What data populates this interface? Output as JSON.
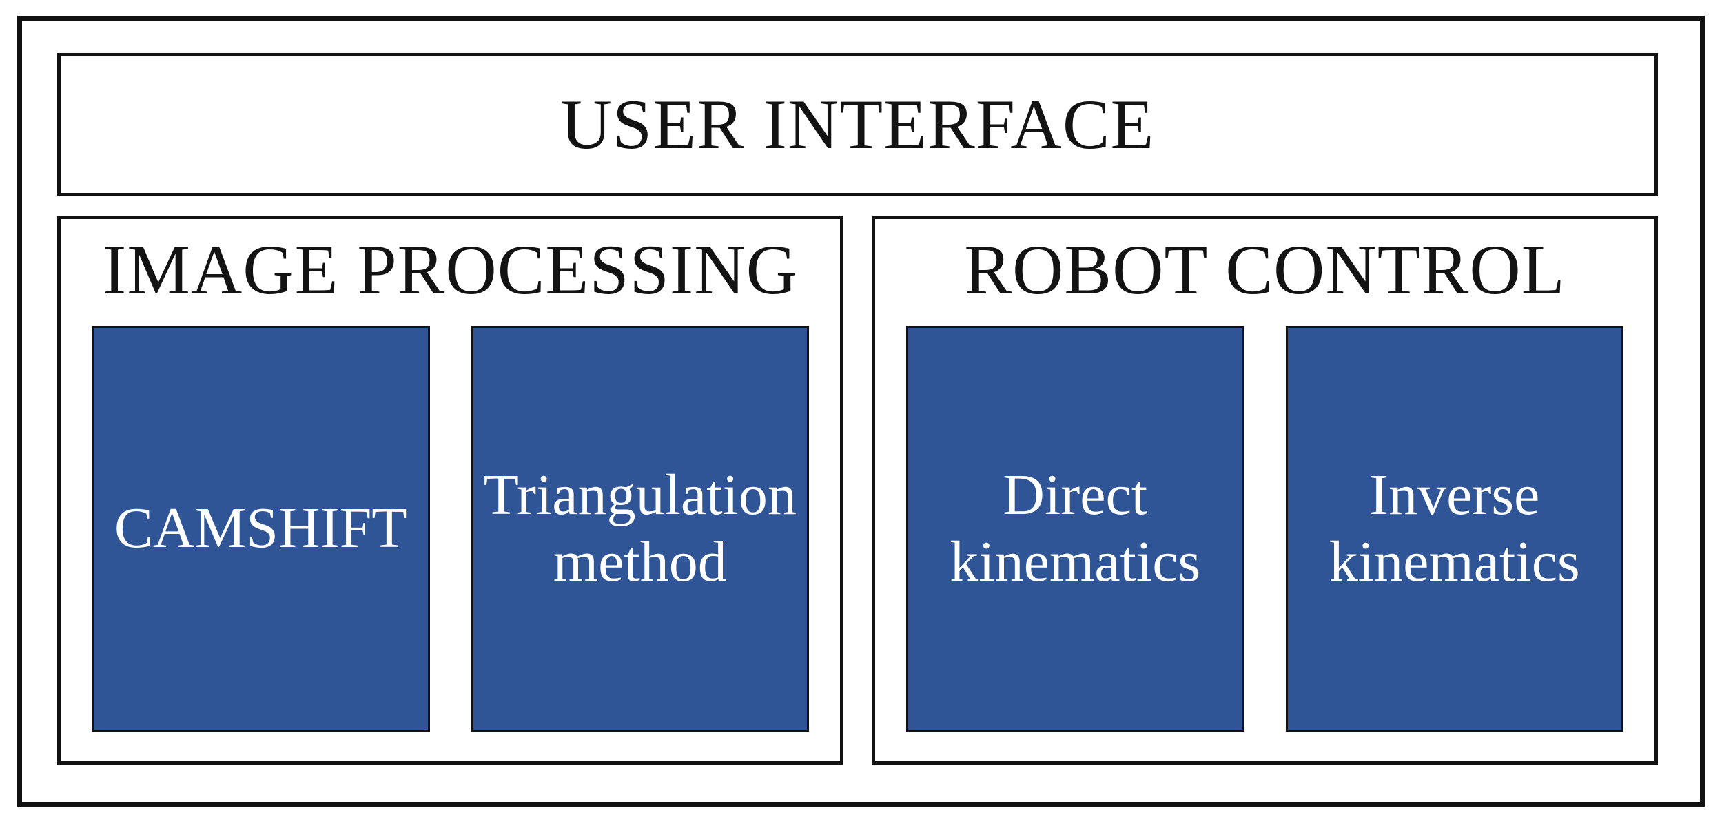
{
  "diagram": {
    "user_interface": {
      "label": "USER INTERFACE"
    },
    "sections": [
      {
        "title": "IMAGE PROCESSING",
        "modules": [
          {
            "label": "CAMSHIFT"
          },
          {
            "label": "Triangulation method"
          }
        ]
      },
      {
        "title": "ROBOT CONTROL",
        "modules": [
          {
            "label": "Direct kinematics"
          },
          {
            "label": "Inverse kinematics"
          }
        ]
      }
    ],
    "colors": {
      "module_fill": "#2F5597",
      "module_text": "#FFFFFF",
      "line": "#121212",
      "background": "#FFFFFF",
      "heading_text": "#131313"
    }
  }
}
